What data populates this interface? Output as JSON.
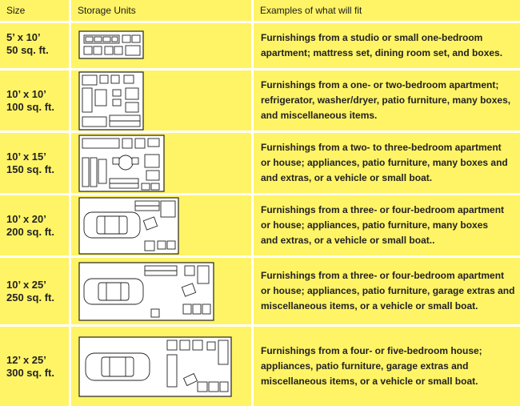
{
  "headers": {
    "size": "Size",
    "units": "Storage Units",
    "examples": "Examples of what will fit"
  },
  "rows": [
    {
      "dim": "5’ x 10’",
      "area": "50 sq. ft.",
      "lines": [
        "Furnishings from a studio or small one-bedroom",
        "apartment; mattress set, dining room set, and boxes."
      ]
    },
    {
      "dim": "10’ x 10’",
      "area": "100 sq. ft.",
      "lines": [
        "Furnishings from a one- or two-bedroom apartment;",
        "refrigerator, washer/dryer, patio furniture, many boxes,",
        "and miscellaneous items."
      ]
    },
    {
      "dim": "10’ x 15’",
      "area": "150 sq. ft.",
      "lines": [
        "Furnishings from a two- to three-bedroom apartment",
        "or house; appliances, patio furniture, many boxes and",
        "and extras, or a vehicle or small boat."
      ]
    },
    {
      "dim": "10’ x 20’",
      "area": "200 sq. ft.",
      "lines": [
        "Furnishings from a three- or four-bedroom apartment",
        "or house; appliances, patio furniture, many boxes",
        "and extras, or a vehicle or small boat.."
      ]
    },
    {
      "dim": "10’ x 25’",
      "area": "250 sq. ft.",
      "lines": [
        "Furnishings from a three- or four-bedroom apartment",
        "or house; appliances, patio furniture, garage extras and",
        "miscellaneous items, or a vehicle or small boat."
      ]
    },
    {
      "dim": "12’ x 25’",
      "area": "300 sq. ft.",
      "lines": [
        "Furnishings from a four- or five-bedroom house;",
        "appliances, patio furniture, garage extras and",
        "miscellaneous items, or a vehicle or small boat."
      ]
    }
  ],
  "colors": {
    "cell_bg": "#fff466",
    "divider": "#ffffff",
    "text": "#222222"
  }
}
